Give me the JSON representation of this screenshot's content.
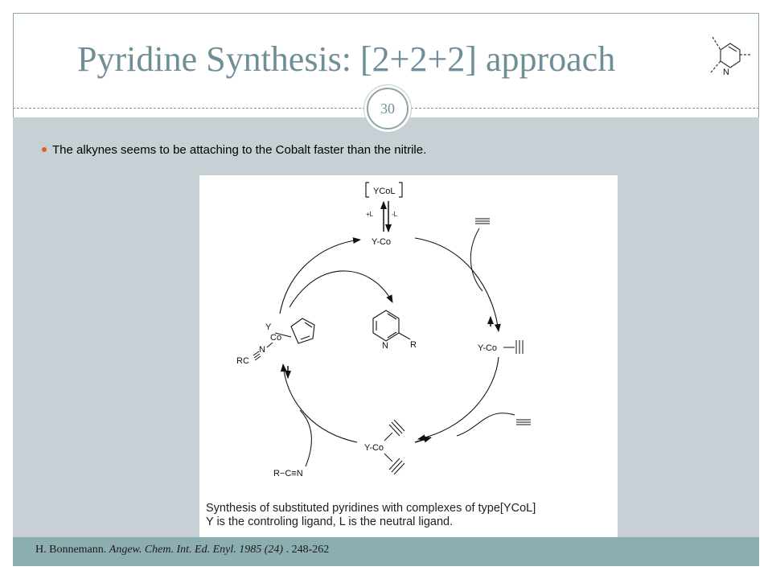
{
  "slide": {
    "title": "Pyridine Synthesis: [2+2+2] approach",
    "page_number": "30",
    "bullet": "The alkynes seems to be attaching to the Cobalt faster than the nitrile."
  },
  "scheme": {
    "precursor": "YCoL",
    "plus_L": "+L",
    "minus_L": "-L",
    "top_complex": "Y-Co",
    "right_complex": "Y-Co",
    "bottom_complex": "Y-Co",
    "left_Y": "Y",
    "left_Co": "Co",
    "left_N": "N",
    "left_RC": "RC",
    "product_N": "N",
    "product_R": "R",
    "nitrile": "R−C≡N"
  },
  "caption": {
    "line1": "Synthesis of substituted pyridines with complexes of type[YCoL]",
    "line2": "Y is the controling ligand, L is the neutral ligand."
  },
  "footer": {
    "author": "H. Bonnemann.",
    "journal": "Angew. Chem. Int. Ed. Enyl.",
    "year_vol": "1985 (24)",
    "pages": ". 248-262"
  },
  "colors": {
    "title": "#6f8f98",
    "content_bg": "#c6d0d5",
    "footer_bg": "#8daeb1",
    "bullet_dot": "#e2602d"
  },
  "icons": [
    "pyridine-ring-icon",
    "bullet-dot-icon"
  ]
}
